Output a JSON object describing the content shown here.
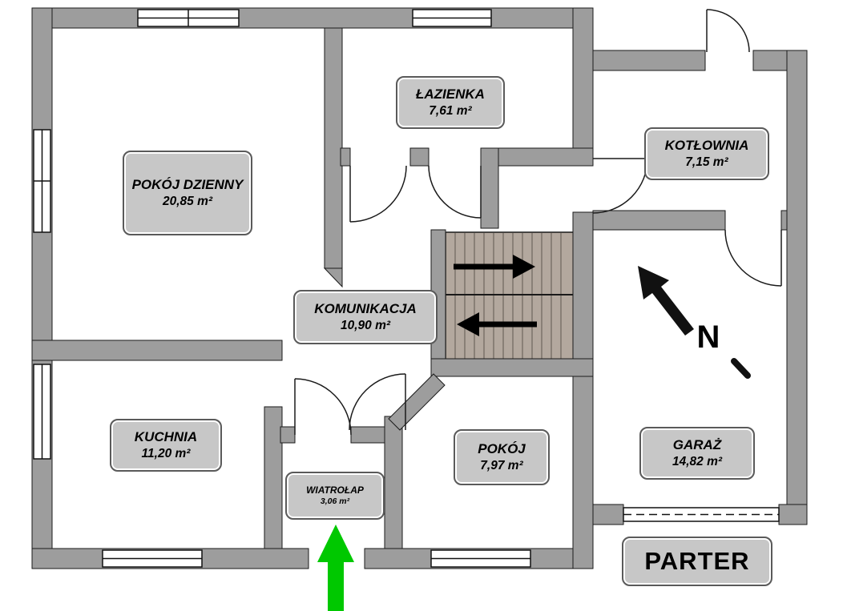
{
  "plan": {
    "floor_label": "PARTER",
    "north_label": "N",
    "rooms": [
      {
        "id": "pokoj-dzienny",
        "name": "POKÓJ DZIENNY",
        "area": "20,85 m²"
      },
      {
        "id": "lazienka",
        "name": "ŁAZIENKA",
        "area": "7,61 m²"
      },
      {
        "id": "kotlownia",
        "name": "KOTŁOWNIA",
        "area": "7,15 m²"
      },
      {
        "id": "komunikacja",
        "name": "KOMUNIKACJA",
        "area": "10,90 m²"
      },
      {
        "id": "kuchnia",
        "name": "KUCHNIA",
        "area": "11,20 m²"
      },
      {
        "id": "wiatrolap",
        "name": "WIATROŁAP",
        "area": "3,06 m²"
      },
      {
        "id": "pokoj",
        "name": "POKÓJ",
        "area": "7,97 m²"
      },
      {
        "id": "garaz",
        "name": "GARAŻ",
        "area": "14,82 m²"
      }
    ],
    "colors": {
      "wall_fill": "#9d9d9d",
      "label_fill": "#c7c7c7",
      "label_border": "#5a5a5a",
      "stairs_fill": "#b3a89e",
      "entrance_arrow": "#00c800",
      "line": "#1a1a1a"
    }
  }
}
